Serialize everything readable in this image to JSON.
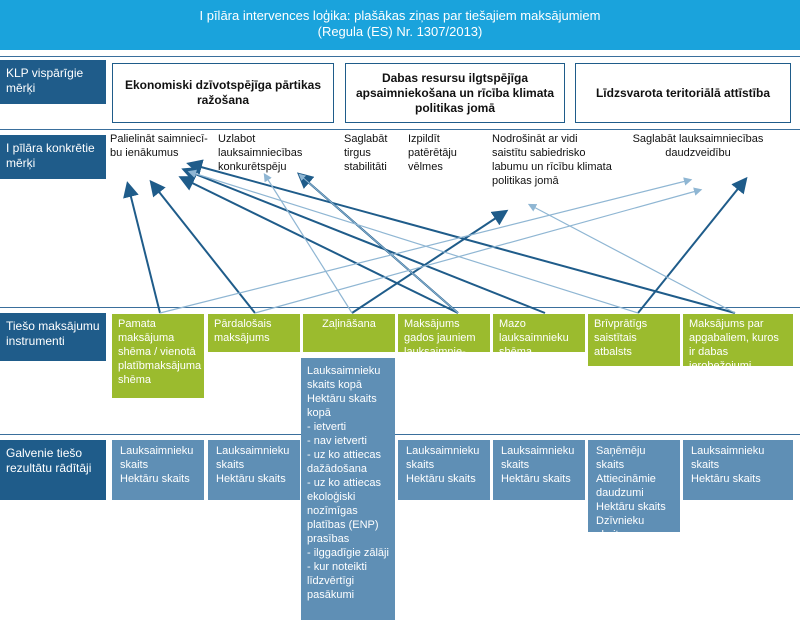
{
  "header": {
    "title_line1": "I pīlāra intervences loģika: plašākas ziņas par tiešajiem maksājumiem",
    "title_line2": "(Regula (ES) Nr. 1307/2013)"
  },
  "row_labels": {
    "general": "KLP vispārīgie mērķi",
    "specific": "I pīlāra konkrētie mērķi",
    "instruments": "Tiešo maksājumu instrumenti",
    "results": "Galvenie tiešo rezultātu rādītāji"
  },
  "general_objectives": [
    "Ekonomiski dzīvotspējīga pārtikas ražošana",
    "Dabas resursu ilgtspējīga apsaimniekošana un rīcība klimata politikas jomā",
    "Līdzsvarota teritoriālā attīstība"
  ],
  "specific_objectives": [
    "Palielināt saimniecī-bu ienākumus",
    "Uzlabot lauksaimniecības konkurētspēju",
    "Saglabāt tirgus stabilitāti",
    "Izpildīt patērētāju vēlmes",
    "Nodrošināt ar vidi saistītu sabiedrisko labumu un rīcību klimata politikas jomā",
    "Saglabāt lauksaimniecības daudzveidību"
  ],
  "instruments": [
    "Pamata maksājuma shēma / vienotā platībmaksājuma shēma",
    "Pārdalošais maksājums",
    "Zaļināšana",
    "Maksājums gados jauniem lauksaimnie-",
    "Mazo lauksaimnieku shēma",
    "Brīvprātīgs saistītais atbalsts",
    "Maksājums par apgabaliem, kuros ir dabas ierobežojumi"
  ],
  "results": [
    "Lauksaimnieku skaits\nHektāru skaits",
    "Lauksaimnieku skaits\nHektāru skaits",
    "Lauksaimnieku skaits kopā\nHektāru skaits kopā\n- ietverti\n- nav ietverti\n- uz ko attiecas dažādošana\n- uz ko attiecas ekoloģiski nozīmīgas platības (ENP) prasības\n- ilggadīgie zālāji\n- kur noteikti līdzvērtīgi pasākumi",
    "Lauksaimnieku skaits\nHektāru skaits",
    "Lauksaimnieku skaits\nHektāru skaits",
    "Saņēmēju skaits\nAttiecināmie daudzumi\nHektāru skaits\nDzīvnieku skaits",
    "Lauksaimnieku skaits\nHektāru skaits"
  ],
  "colors": {
    "header": "#1aa3dc",
    "label": "#1f5c8a",
    "instrument": "#9bbb2e",
    "result": "#5f8fb5",
    "arrow_dark": "#1f5c8a",
    "arrow_light": "#8fb6d3"
  }
}
